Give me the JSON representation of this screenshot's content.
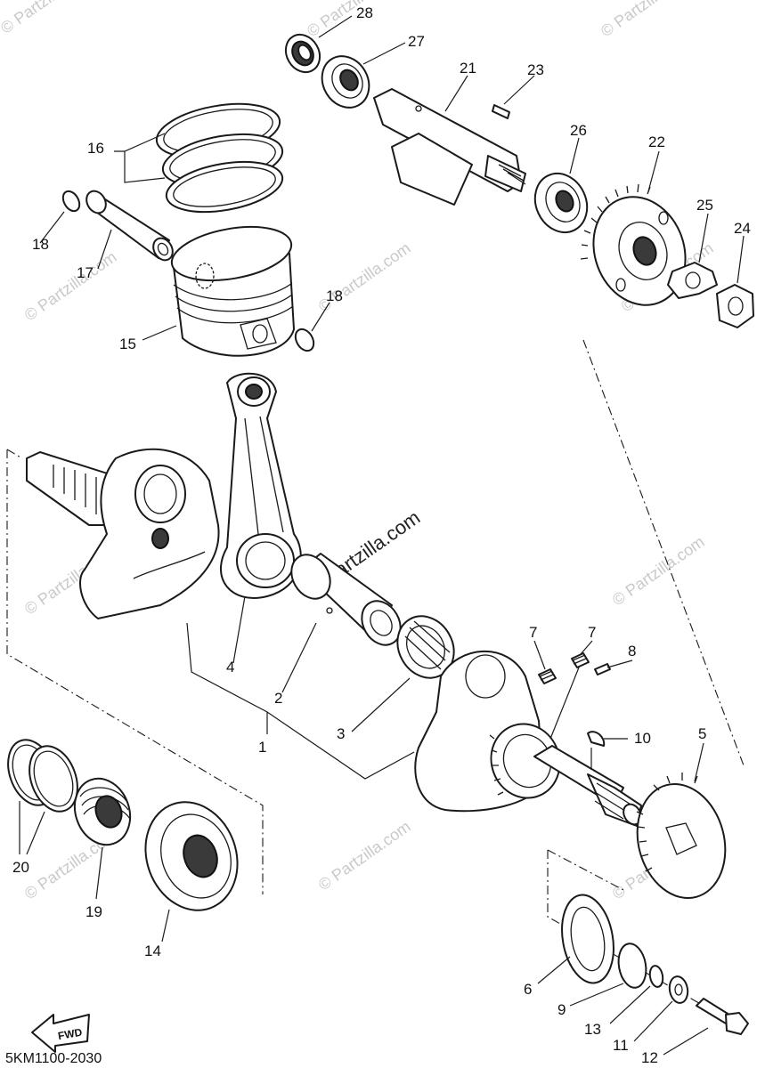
{
  "diagram_code": "5KM1100-2030",
  "watermark": "© Partzilla.com",
  "center_watermark": "© Partzilla.com",
  "direction_label": "FWD",
  "callouts": {
    "c1": "1",
    "c2": "2",
    "c3": "3",
    "c4": "4",
    "c5": "5",
    "c6": "6",
    "c7a": "7",
    "c7b": "7",
    "c8": "8",
    "c9": "9",
    "c10": "10",
    "c11": "11",
    "c12": "12",
    "c13": "13",
    "c14": "14",
    "c15": "15",
    "c16": "16",
    "c17": "17",
    "c18a": "18",
    "c18b": "18",
    "c19": "19",
    "c20": "20",
    "c21": "21",
    "c22": "22",
    "c23": "23",
    "c24": "24",
    "c25": "25",
    "c26": "26",
    "c27": "27",
    "c28": "28"
  }
}
